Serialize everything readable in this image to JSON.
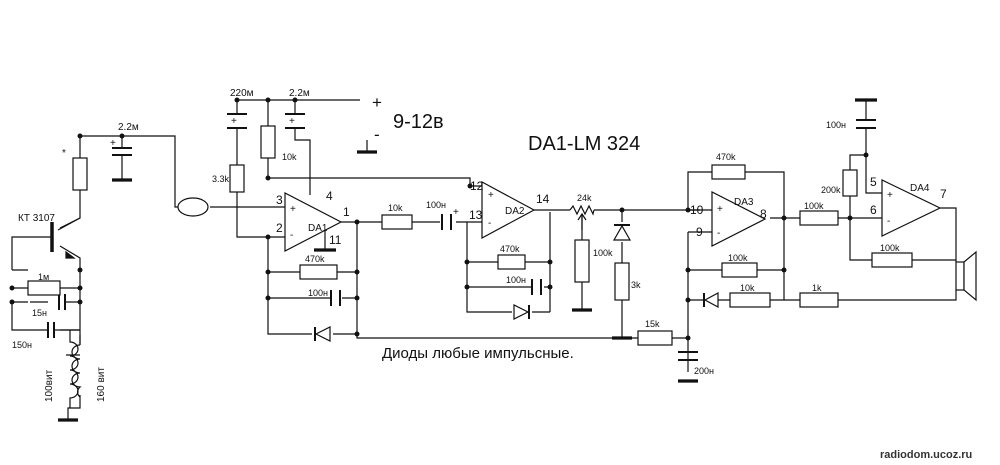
{
  "power": {
    "plus": "+",
    "minus": "-",
    "voltage": "9-12в"
  },
  "title": "DA1-LM 324",
  "note": "Диоды любые импульсные.",
  "watermark": "radiodom.ucoz.ru",
  "transistor": {
    "star": "*",
    "name": "КТ 3107"
  },
  "caps": {
    "c_ant_2_2m": "2.2м",
    "c_220m": "220м",
    "c_top_2_2m": "2.2м",
    "c_15n": "15н",
    "c_150n": "150н",
    "c_100n_da1": "100н",
    "c_100n_da2_in": "100н",
    "c_100n_da2_fb": "100н",
    "c_100n_da4": "100н",
    "c_200n": "200н"
  },
  "resistors": {
    "r_1m": "1м",
    "r_3_3k": "3.3k",
    "r_10k_div": "10k",
    "r_470k_da1": "470k",
    "r_10k_series": "10k",
    "r_470k_da2": "470k",
    "r_24k": "24k",
    "r_100k_pot": "100k",
    "r_3k": "3k",
    "r_470k_da3": "470k",
    "r_100k_da3": "100k",
    "r_10k_da3": "10k",
    "r_15k": "15k",
    "r_1k": "1k",
    "r_100k_in": "100k",
    "r_200k": "200k",
    "r_100k_da4": "100k"
  },
  "coils": {
    "c100": "100вит",
    "c160": "160 вит"
  },
  "opamps": {
    "da1": {
      "name": "DA1",
      "plus": "+",
      "minus": "-",
      "pin3": "3",
      "pin2": "2",
      "pin4": "4",
      "pin1": "1",
      "pin11": "11"
    },
    "da2": {
      "name": "DA2",
      "plus": "+",
      "minus": "-",
      "pin12": "12",
      "pin13": "13",
      "pin14": "14"
    },
    "da3": {
      "name": "DA3",
      "plus": "+",
      "minus": "-",
      "pin10": "10",
      "pin9": "9",
      "pin8": "8"
    },
    "da4": {
      "name": "DA4",
      "plus": "+",
      "minus": "-",
      "pin5": "5",
      "pin6": "6",
      "pin7": "7"
    }
  }
}
